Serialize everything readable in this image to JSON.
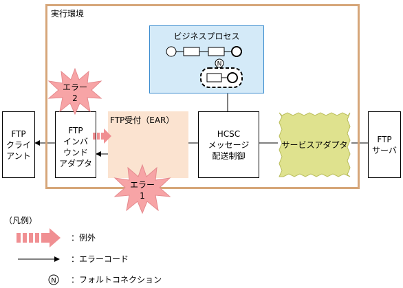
{
  "environment": {
    "label": "実行環境"
  },
  "business_process": {
    "title": "ビジネスプロセス"
  },
  "nodes": {
    "ftp_client": "FTP\nクライ\nアント",
    "ftp_inbound_adapter": "FTP\nインバ\nウンド\nアダプタ",
    "ftp_reception": "FTP受付（EAR）",
    "hcsc_delivery_control": "HCSC\nメッセージ\n配送制御",
    "service_adapter": "サービスアダプタ",
    "ftp_server": "FTP\nサーバ"
  },
  "errors": {
    "error2": "エラー\n2",
    "error1": "エラー\n1"
  },
  "legend": {
    "title": "（凡例）",
    "exception": "：例外",
    "error_code": "：エラーコード",
    "fault_connection": "：フォルトコネクション"
  },
  "icons": {
    "fault_connection_symbol": "Ⓝ"
  },
  "colors": {
    "environment_border": "#d6a679",
    "business_process_fill": "#d4eaf8",
    "business_process_border": "#3a8ccf",
    "ftp_reception_fill": "#fbe3d0",
    "service_adapter_fill": "#dfe28e",
    "error_burst_fill": "#f7a4a6",
    "exception_arrow_fill": "#f08f92"
  }
}
